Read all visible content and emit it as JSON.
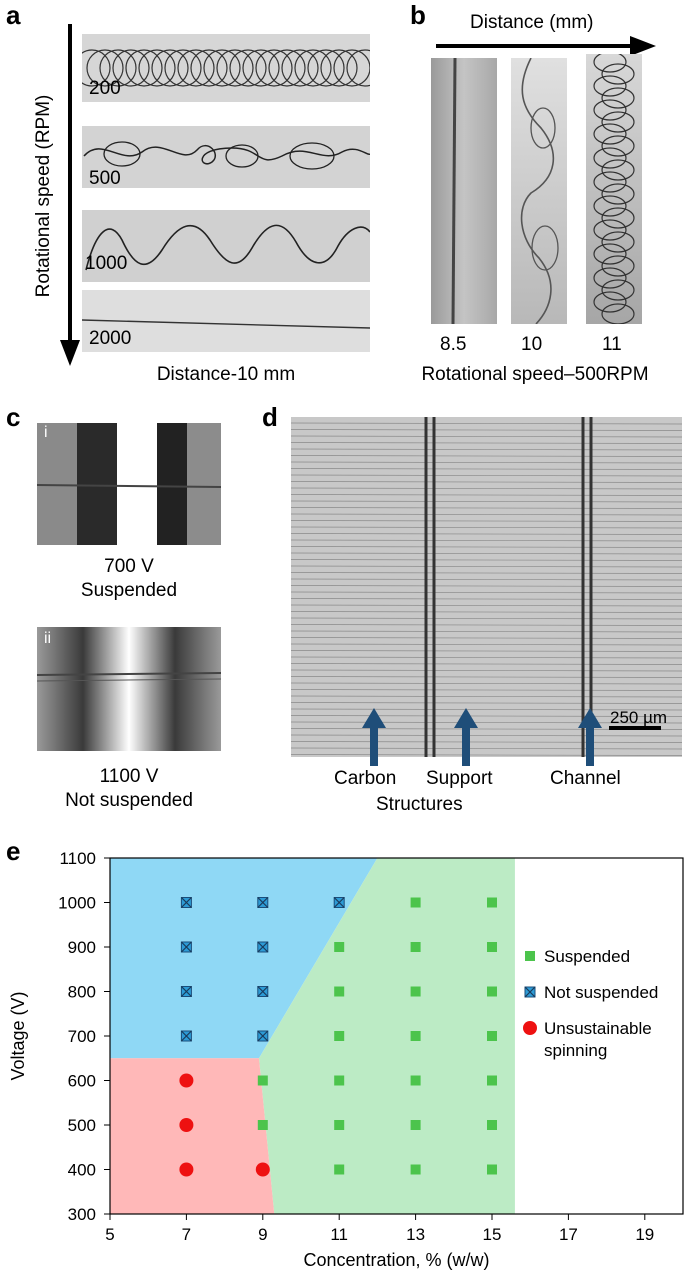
{
  "panel_a": {
    "letter": "a",
    "axis_label": "Rotational speed (RPM)",
    "speeds": [
      "200",
      "500",
      "1000",
      "2000"
    ],
    "caption": "Distance-10 mm"
  },
  "panel_b": {
    "letter": "b",
    "axis_label": "Distance (mm)",
    "distances": [
      "8.5",
      "10",
      "11"
    ],
    "caption": "Rotational speed–500RPM"
  },
  "panel_c": {
    "letter": "c",
    "sub_i": "i",
    "sub_ii": "ii",
    "cap_i_line1": "700 V",
    "cap_i_line2": "Suspended",
    "cap_ii_line1": "1100 V",
    "cap_ii_line2": "Not suspended"
  },
  "panel_d": {
    "letter": "d",
    "scale_bar": "250 µm",
    "label_carbon": "Carbon",
    "label_support": "Support",
    "label_structures": "Structures",
    "label_channel": "Channel",
    "arrow_color": "#1f4e79"
  },
  "panel_e": {
    "letter": "e"
  },
  "chart_data": {
    "type": "scatter",
    "xlabel": "Concentration, % (w/w)",
    "ylabel": "Voltage (V)",
    "xlim": [
      5,
      20
    ],
    "ylim": [
      300,
      1100
    ],
    "xticks": [
      "5",
      "7",
      "9",
      "11",
      "13",
      "15",
      "17",
      "19"
    ],
    "yticks": [
      "300",
      "400",
      "500",
      "600",
      "700",
      "800",
      "900",
      "1000",
      "1100"
    ],
    "grid": false,
    "legend_placement": "right",
    "regions": [
      {
        "color": "#8fd8f5",
        "polygon": [
          [
            5,
            650
          ],
          [
            8.9,
            650
          ],
          [
            12,
            1100
          ],
          [
            5,
            1100
          ]
        ]
      },
      {
        "color": "#bcebc5",
        "polygon": [
          [
            8.9,
            650
          ],
          [
            12,
            1100
          ],
          [
            15.6,
            1100
          ],
          [
            15.6,
            300
          ],
          [
            9.3,
            300
          ]
        ]
      },
      {
        "color": "#ffb8b8",
        "polygon": [
          [
            5,
            300
          ],
          [
            9.3,
            300
          ],
          [
            8.9,
            650
          ],
          [
            5,
            650
          ]
        ]
      }
    ],
    "series": [
      {
        "name": "Suspended",
        "marker": "square",
        "color": "#4cc44c",
        "points": [
          [
            9,
            500
          ],
          [
            9,
            600
          ],
          [
            11,
            400
          ],
          [
            11,
            500
          ],
          [
            11,
            600
          ],
          [
            11,
            700
          ],
          [
            11,
            800
          ],
          [
            11,
            900
          ],
          [
            13,
            400
          ],
          [
            13,
            500
          ],
          [
            13,
            600
          ],
          [
            13,
            700
          ],
          [
            13,
            800
          ],
          [
            13,
            900
          ],
          [
            13,
            1000
          ],
          [
            15,
            400
          ],
          [
            15,
            500
          ],
          [
            15,
            600
          ],
          [
            15,
            700
          ],
          [
            15,
            800
          ],
          [
            15,
            900
          ],
          [
            15,
            1000
          ]
        ]
      },
      {
        "name": "Not suspended",
        "marker": "crossed-square",
        "color": "#2d9bd6",
        "points": [
          [
            7,
            700
          ],
          [
            7,
            800
          ],
          [
            7,
            900
          ],
          [
            7,
            1000
          ],
          [
            9,
            700
          ],
          [
            9,
            800
          ],
          [
            9,
            900
          ],
          [
            9,
            1000
          ],
          [
            11,
            1000
          ]
        ]
      },
      {
        "name": "Unsustainable spinning",
        "marker": "circle",
        "color": "#ee1111",
        "points": [
          [
            7,
            400
          ],
          [
            7,
            500
          ],
          [
            7,
            600
          ],
          [
            9,
            400
          ]
        ]
      }
    ],
    "legend": [
      "Suspended",
      "Not suspended",
      "Unsustainable",
      "spinning"
    ]
  }
}
